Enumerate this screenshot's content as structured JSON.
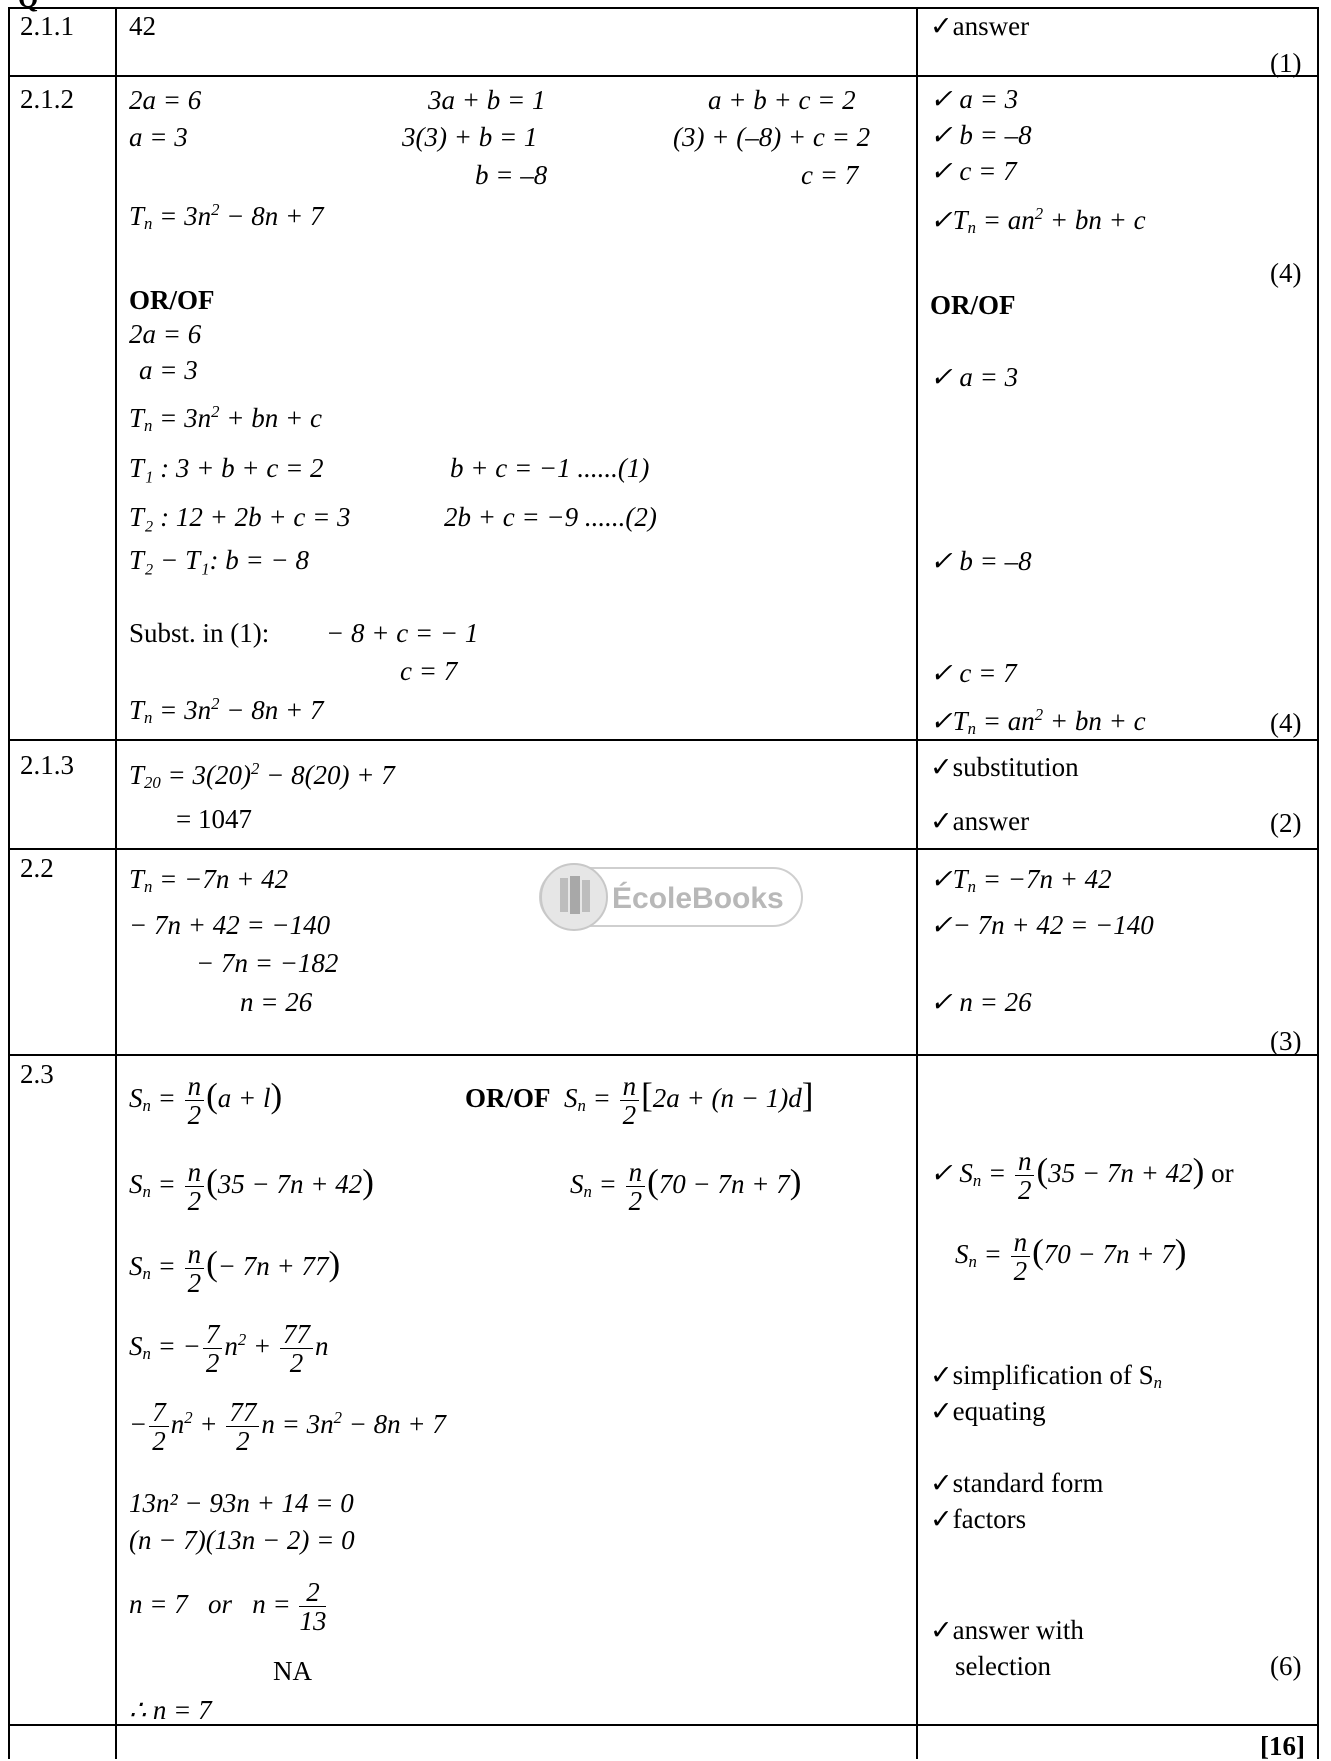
{
  "header_fragment": "Q",
  "rows": [
    {
      "num": "2.1.1",
      "marks": "(1)"
    },
    {
      "num": "2.1.2",
      "marks_top": "(4)",
      "marks_bottom": "(4)"
    },
    {
      "num": "2.1.3",
      "marks": "(2)"
    },
    {
      "num": "2.2",
      "marks": "(3)"
    },
    {
      "num": "2.3",
      "marks": "(6)"
    }
  ],
  "r211": {
    "answer": "42",
    "memo": "answer"
  },
  "r212": {
    "l1a": "2a = 6",
    "l1b": "3a + b = 1",
    "l1c": "a + b + c = 2",
    "l2a": "a = 3",
    "l2b": "3(3) + b = 1",
    "l2c": "(3) + (–8) + c = 2",
    "l3b": "b = –8",
    "l3c": "c = 7",
    "or": "OR/OF",
    "m1": "a = 3",
    "m2": "b = –8",
    "m3": "c = 7",
    "alt1": "2a = 6",
    "alt2": "a = 3",
    "t1": "T₁ : 3 + b + c = 2",
    "t1r": "b + c = −1  ......(1)",
    "t2": "T₂ : 12 + 2b + c = 3",
    "t2r": "2b + c = −9  ......(2)",
    "t21": "T₂ − T₁: b = − 8",
    "subst": "Subst. in (1):",
    "subst_eq": "− 8 + c = − 1",
    "subst_res": "c = 7"
  },
  "r213": {
    "memo1": "substitution",
    "memo2": "answer",
    "res": "= 1047"
  },
  "r22": {
    "l2": "− 7n + 42 = −140",
    "l3": "− 7n = −182",
    "l4": "n = 26",
    "m2": "− 7n + 42 = −140",
    "m3": "n = 26"
  },
  "r23": {
    "or_mid": "OR/OF",
    "memo_or": "or",
    "mem_simp": "simplification of S",
    "mem_simp_sub": "n",
    "mem_eq": "equating",
    "mem_std": "standard form",
    "mem_fact": "factors",
    "mem_ans1": "answer with",
    "mem_ans2": "selection",
    "std": "13n² − 93n + 14 = 0",
    "factors": "(n − 7)(13n − 2) = 0",
    "na": "NA",
    "final": "∴ n = 7"
  },
  "total": "[16]",
  "watermark": {
    "text": "ÉcoleBooks",
    "color": "#b8b8b8"
  }
}
